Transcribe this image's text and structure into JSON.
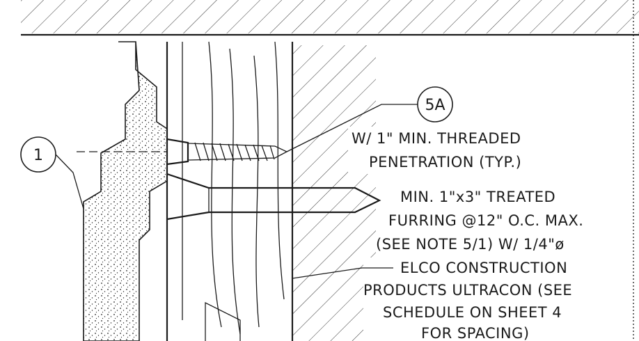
{
  "callouts": {
    "tag_5a": "5A",
    "tag_1": "1"
  },
  "notes": {
    "screw_note": [
      "W/ 1\" MIN. THREADED",
      "PENETRATION (TYP.)"
    ],
    "furring_note": [
      "MIN. 1\"x3\" TREATED",
      "FURRING @12\" O.C. MAX.",
      "(SEE NOTE 5/1) W/ 1/4\"ø"
    ],
    "anchor_note": [
      "ELCO CONSTRUCTION",
      "PRODUCTS ULTRACON (SEE",
      "SCHEDULE ON SHEET 4",
      "FOR SPACING)"
    ]
  }
}
